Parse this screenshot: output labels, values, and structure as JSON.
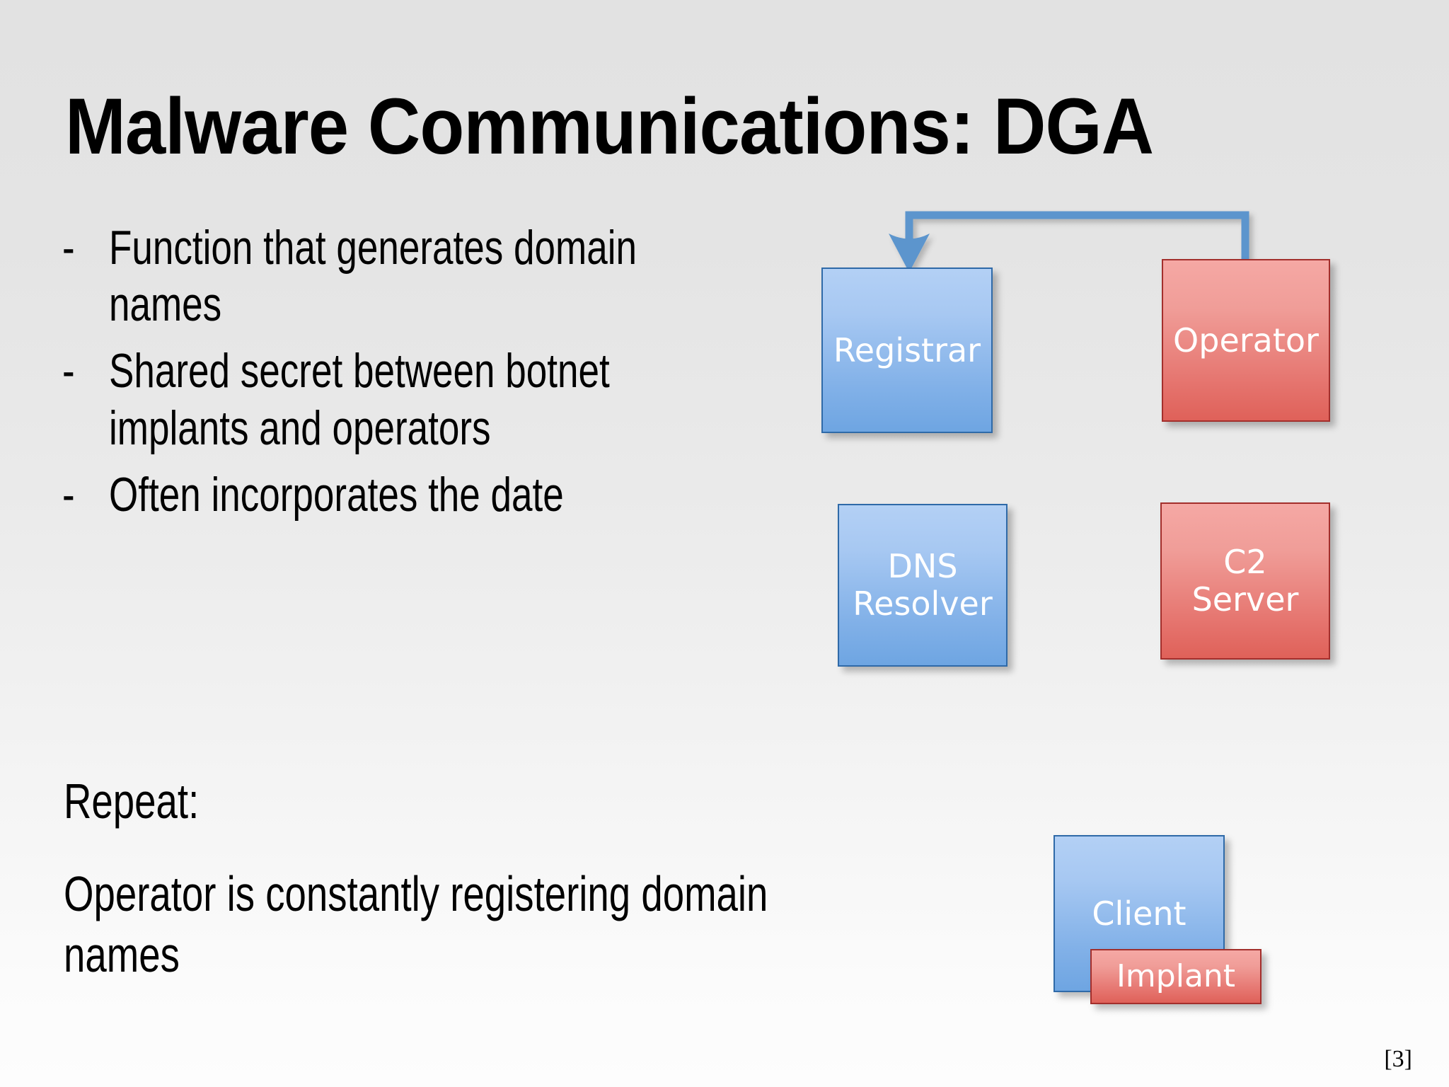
{
  "slide": {
    "title": "Malware Communications: DGA",
    "page_number": "[3]",
    "background_top_color": "#e2e2e2",
    "background_bottom_color": "#fdfdfd"
  },
  "bullets": [
    {
      "marker": "-",
      "text": "Function that generates domain names"
    },
    {
      "marker": "-",
      "text": "Shared secret between botnet implants and operators"
    },
    {
      "marker": "-",
      "text": "Often incorporates the date"
    }
  ],
  "repeat_block": {
    "heading": "Repeat:",
    "body": "Operator is constantly registering domain names"
  },
  "diagram": {
    "nodes": [
      {
        "id": "registrar",
        "label": "Registrar",
        "color": "blue",
        "accent": "#6ea5e2"
      },
      {
        "id": "operator",
        "label": "Operator",
        "color": "red",
        "accent": "#df6159"
      },
      {
        "id": "dns",
        "label": "DNS\nResolver",
        "color": "blue",
        "accent": "#6ea5e2"
      },
      {
        "id": "c2",
        "label": "C2\nServer",
        "color": "red",
        "accent": "#df6159"
      },
      {
        "id": "client",
        "label": "Client",
        "color": "blue",
        "accent": "#6ea5e2"
      },
      {
        "id": "implant",
        "label": "Implant",
        "color": "red",
        "accent": "#e5736d"
      }
    ],
    "connectors": [
      {
        "id": "operator-to-registrar",
        "from": "operator",
        "to": "registrar",
        "style": "elbow",
        "arrowhead": "to",
        "color": "#5b95cd"
      }
    ]
  }
}
